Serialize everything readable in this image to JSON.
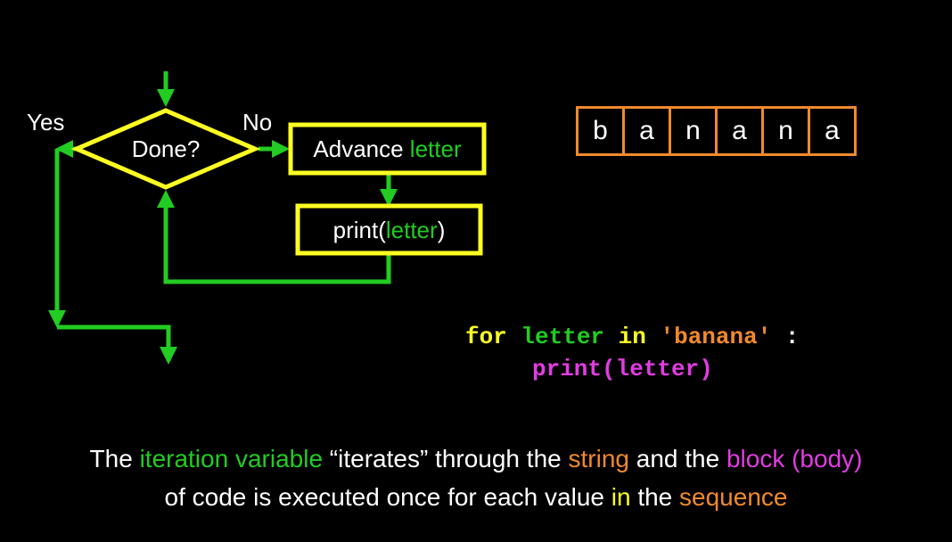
{
  "flowchart": {
    "yes_label": "Yes",
    "no_label": "No",
    "decision": "Done?",
    "advance_box": {
      "prefix": "Advance ",
      "var": "letter"
    },
    "print_box": {
      "prefix": "print(",
      "var": "letter",
      "suffix": ")"
    }
  },
  "string_boxes": [
    "b",
    "a",
    "n",
    "a",
    "n",
    "a"
  ],
  "code": {
    "kw_for": "for",
    "var": "letter",
    "kw_in": "in",
    "literal": "'banana'",
    "colon": ":",
    "body": "print(letter)"
  },
  "caption": {
    "p1": "The ",
    "p2": "iteration variable",
    "p3": " “iterates” through the ",
    "p4": "string",
    "p5": " and the ",
    "p6": "block (body)",
    "p7": "of code is executed once for each value ",
    "p8": "in",
    "p9": " the ",
    "p10": "sequence"
  },
  "colors": {
    "green": "#22cc22",
    "yellow": "#ffff22",
    "orange": "#f08a2c",
    "magenta": "#e23ce2",
    "background": "#000000"
  }
}
